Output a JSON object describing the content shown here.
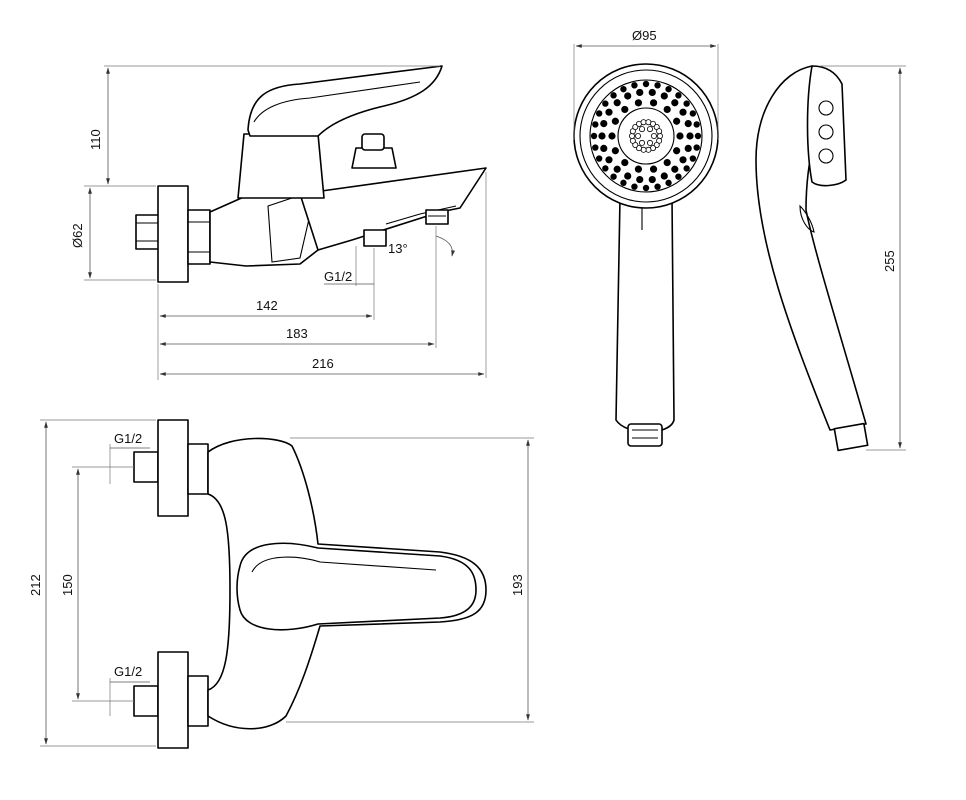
{
  "drawing": {
    "front_view": {
      "height_label": "110",
      "diameter_label": "Ø62",
      "thread_label": "G1/2",
      "angle_label": "13°",
      "depth_labels": [
        "142",
        "183",
        "216"
      ]
    },
    "top_view": {
      "top_thread_label": "G1/2",
      "bottom_thread_label": "G1/2",
      "overall_label": "212",
      "centres_label": "150",
      "projection_label": "193"
    },
    "shower_head_front": {
      "diameter_label": "Ø95"
    },
    "shower_head_side": {
      "length_label": "255"
    }
  }
}
